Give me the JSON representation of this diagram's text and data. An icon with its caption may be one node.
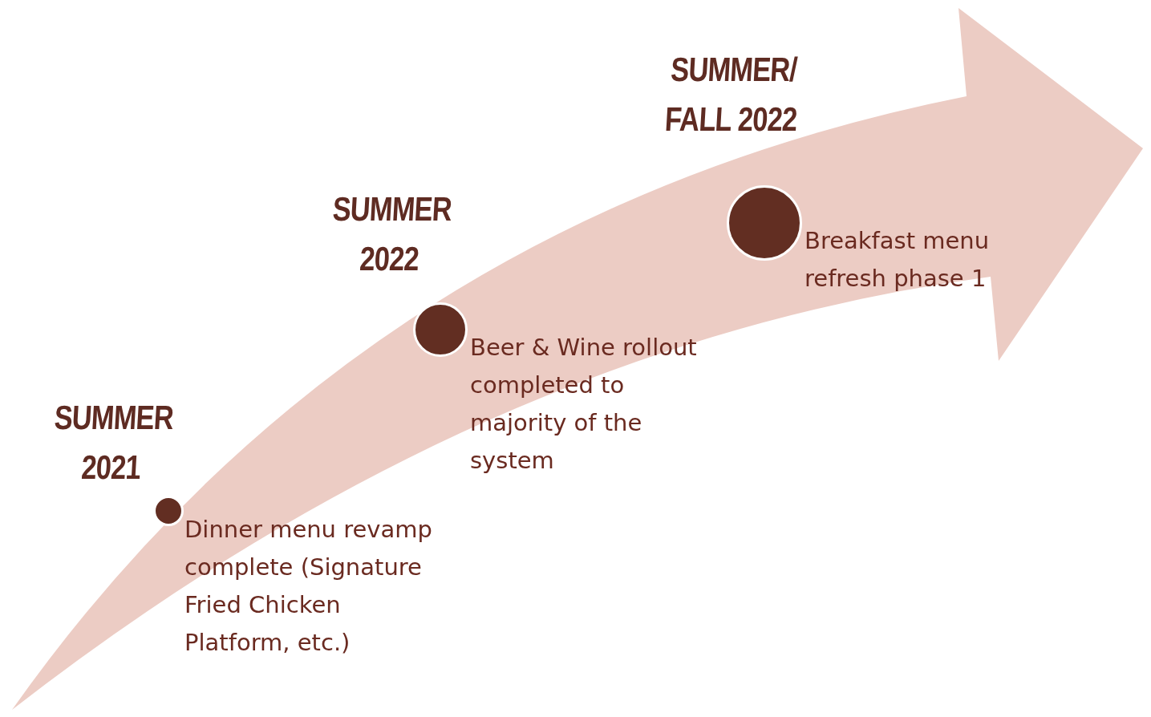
{
  "diagram": {
    "nodes": [
      {
        "text": [],
        "shape": "circle",
        "beside": [
          "SUMMER 2021",
          "Dinner menu revamp complete (Signature Fried Chicken Platform, etc.)"
        ]
      },
      {
        "text": [],
        "shape": "circle",
        "beside": [
          "SUMMER 2022",
          "Beer & Wine rollout completed to majority of the system"
        ]
      },
      {
        "text": [],
        "shape": "circle",
        "beside": [
          "SUMMER/ FALL 2022",
          "Breakfast menu refresh phase 1"
        ]
      }
    ],
    "edges": []
  }
}
